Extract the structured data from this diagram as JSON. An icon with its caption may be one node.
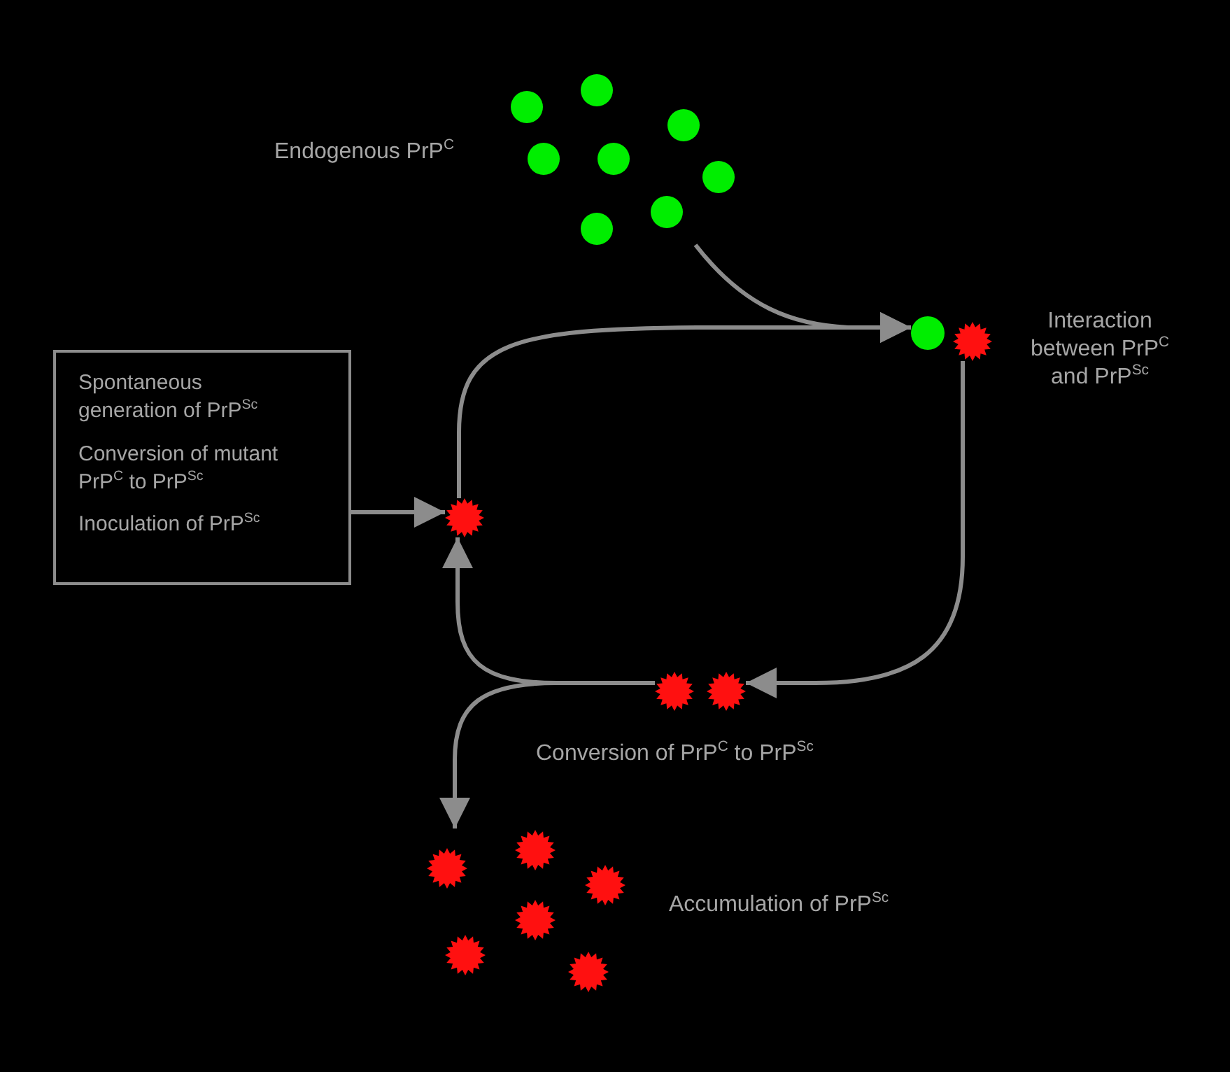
{
  "diagram": {
    "nodes": [
      {
        "text": [],
        "shape": "circle",
        "beside": [
          "Endogenous PrP$^{C}$"
        ]
      },
      {
        "text": [],
        "shape": "circle"
      },
      {
        "text": [],
        "shape": "star",
        "beside": [
          "Interaction between PrP$^{C}$ and PrP$^{Sc}$"
        ]
      },
      {
        "text": [
          "Spontaneous generation of PrP$^{Sc}$",
          "Conversion of mutant PrP$^{C}$ to PrP$^{Sc}$",
          "Inoculation of PrP$^{Sc}$"
        ]
      },
      {
        "text": [],
        "shape": "star"
      },
      {
        "text": [],
        "shape": "star",
        "beside": [
          "Conversion of PrP$^{C}$ to PrP$^{Sc}$"
        ]
      },
      {
        "text": [],
        "shape": "star"
      },
      {
        "text": [],
        "shape": "star",
        "beside": [
          "Accumulation of PrP$^{Sc}$"
        ]
      }
    ],
    "edges": [
      {
        "from": 0,
        "to": 1,
        "arrow": "to"
      },
      {
        "from": 3,
        "to": 4,
        "arrow": "to"
      },
      {
        "from": 4,
        "to": 1,
        "arrow": "to"
      },
      {
        "from": 2,
        "to": 6,
        "arrow": "to"
      },
      {
        "from": 5,
        "to": 4,
        "arrow": "to"
      },
      {
        "from": 5,
        "to": 7,
        "arrow": "to"
      }
    ]
  }
}
